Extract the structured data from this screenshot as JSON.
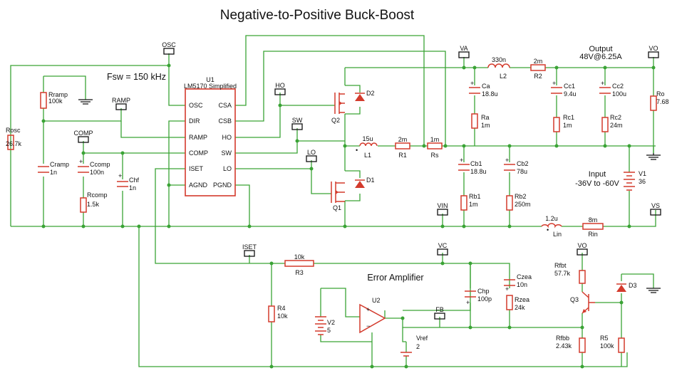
{
  "title": "Negative-to-Positive Buck-Boost",
  "fsw": "Fsw = 150 kHz",
  "ic": {
    "ref": "U1",
    "name": "LM5170 Simplified",
    "pins_left": [
      "OSC",
      "DIR",
      "RAMP",
      "COMP",
      "ISET",
      "AGND"
    ],
    "pins_right": [
      "CSA",
      "CSB",
      "HO",
      "SW",
      "LO",
      "PGND"
    ]
  },
  "nets": {
    "osc": "OSC",
    "ramp": "RAMP",
    "comp": "COMP",
    "ho": "HO",
    "sw": "SW",
    "lo": "LO",
    "va": "VA",
    "vo1": "VO",
    "vin": "VIN",
    "vs": "VS",
    "iset": "ISET",
    "vc": "VC",
    "fb": "FB",
    "vo2": "VO"
  },
  "components": {
    "rosc": {
      "ref": "Rosc",
      "val": "26.7k"
    },
    "rramp": {
      "ref": "Rramp",
      "val": "100k"
    },
    "cramp": {
      "ref": "Cramp",
      "val": "1n"
    },
    "ccomp": {
      "ref": "Ccomp",
      "val": "100n"
    },
    "rcomp": {
      "ref": "Rcomp",
      "val": "1.5k"
    },
    "chf": {
      "ref": "Chf",
      "val": "1n"
    },
    "q2": {
      "ref": "Q2"
    },
    "d2": {
      "ref": "D2"
    },
    "q1": {
      "ref": "Q1"
    },
    "d1": {
      "ref": "D1"
    },
    "l1": {
      "ref": "L1",
      "val": "15u"
    },
    "r1": {
      "ref": "R1",
      "val": "2m"
    },
    "rs": {
      "ref": "Rs",
      "val": "1m"
    },
    "l2": {
      "ref": "L2",
      "val": "330n"
    },
    "r2": {
      "ref": "R2",
      "val": "2m"
    },
    "ca": {
      "ref": "Ca",
      "val": "18.8u"
    },
    "ra": {
      "ref": "Ra",
      "val": "1m"
    },
    "cc1": {
      "ref": "Cc1",
      "val": "9.4u"
    },
    "rc1": {
      "ref": "Rc1",
      "val": "1m"
    },
    "cc2": {
      "ref": "Cc2",
      "val": "100u"
    },
    "rc2": {
      "ref": "Rc2",
      "val": "24m"
    },
    "ro": {
      "ref": "Ro",
      "val": "7.68"
    },
    "cb1": {
      "ref": "Cb1",
      "val": "18.8u"
    },
    "rb1": {
      "ref": "Rb1",
      "val": "1m"
    },
    "cb2": {
      "ref": "Cb2",
      "val": "78u"
    },
    "rb2": {
      "ref": "Rb2",
      "val": "250m"
    },
    "v1": {
      "ref": "V1",
      "val": "36"
    },
    "lin": {
      "ref": "Lin",
      "val": "1.2u"
    },
    "rin": {
      "ref": "Rin",
      "val": "8m"
    },
    "r3": {
      "ref": "R3",
      "val": "10k"
    },
    "r4": {
      "ref": "R4",
      "val": "10k"
    },
    "v2": {
      "ref": "V2",
      "val": "5"
    },
    "u2": {
      "ref": "U2"
    },
    "vref": {
      "ref": "Vref",
      "val": "2"
    },
    "chp": {
      "ref": "Chp",
      "val": "100p"
    },
    "czea": {
      "ref": "Czea",
      "val": "10n"
    },
    "rzea": {
      "ref": "Rzea",
      "val": "24k"
    },
    "rfbt": {
      "ref": "Rfbt",
      "val": "57.7k"
    },
    "q3": {
      "ref": "Q3"
    },
    "rfbb": {
      "ref": "Rfbb",
      "val": "2.43k"
    },
    "d3": {
      "ref": "D3"
    },
    "r5": {
      "ref": "R5",
      "val": "100k"
    }
  },
  "output_note": {
    "line1": "Output",
    "line2": "48V@6.25A"
  },
  "input_note": {
    "line1": "Input",
    "line2": "-36V to -60V"
  },
  "error_amp_label": "Error Amplifier",
  "colors": {
    "wire": "#3aa335",
    "component": "#d33a2c",
    "text": "#111111"
  }
}
